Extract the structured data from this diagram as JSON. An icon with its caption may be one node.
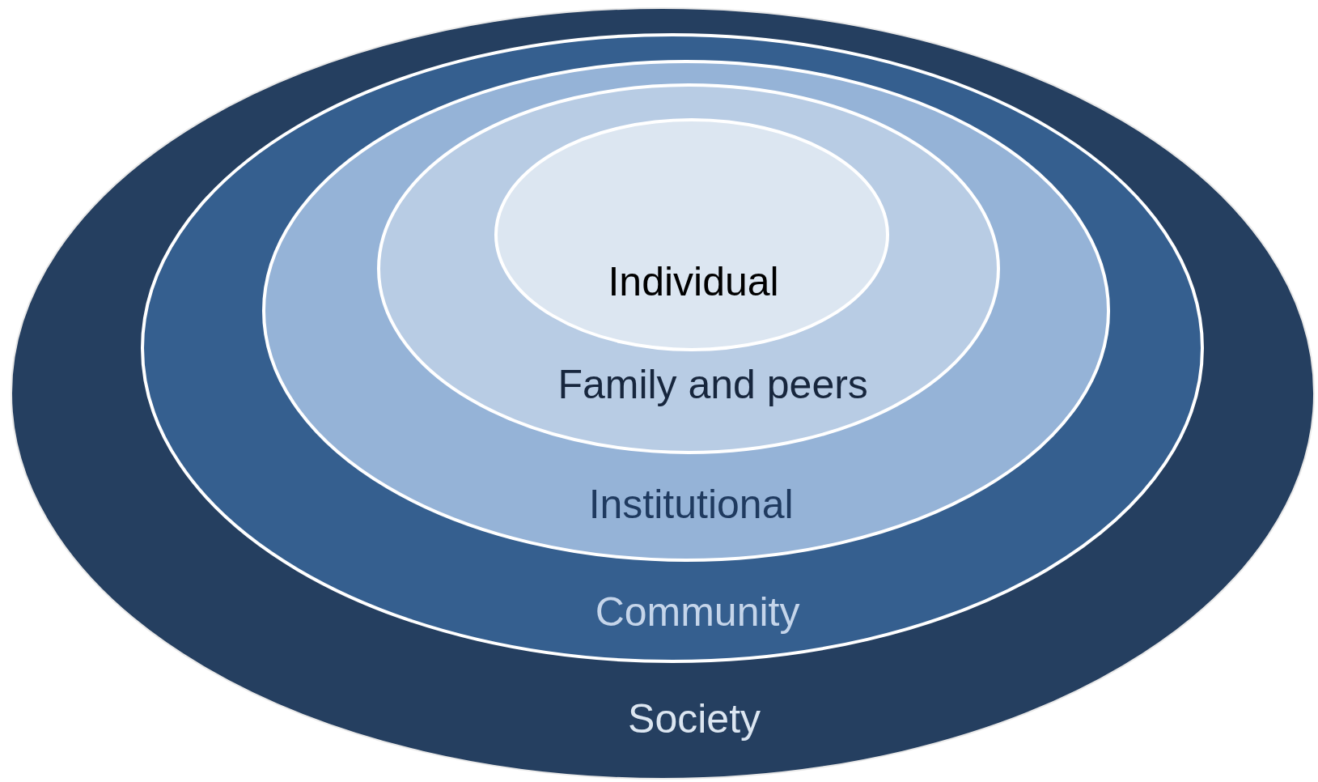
{
  "diagram": {
    "nodes": [
      {
        "text": [
          "Society"
        ]
      },
      {
        "text": [
          "Community"
        ],
        "in": 0
      },
      {
        "text": [
          "Institutional"
        ],
        "in": 1
      },
      {
        "text": [
          "Family and peers"
        ],
        "in": 2
      },
      {
        "text": [
          "Individual"
        ],
        "in": 3
      }
    ]
  }
}
